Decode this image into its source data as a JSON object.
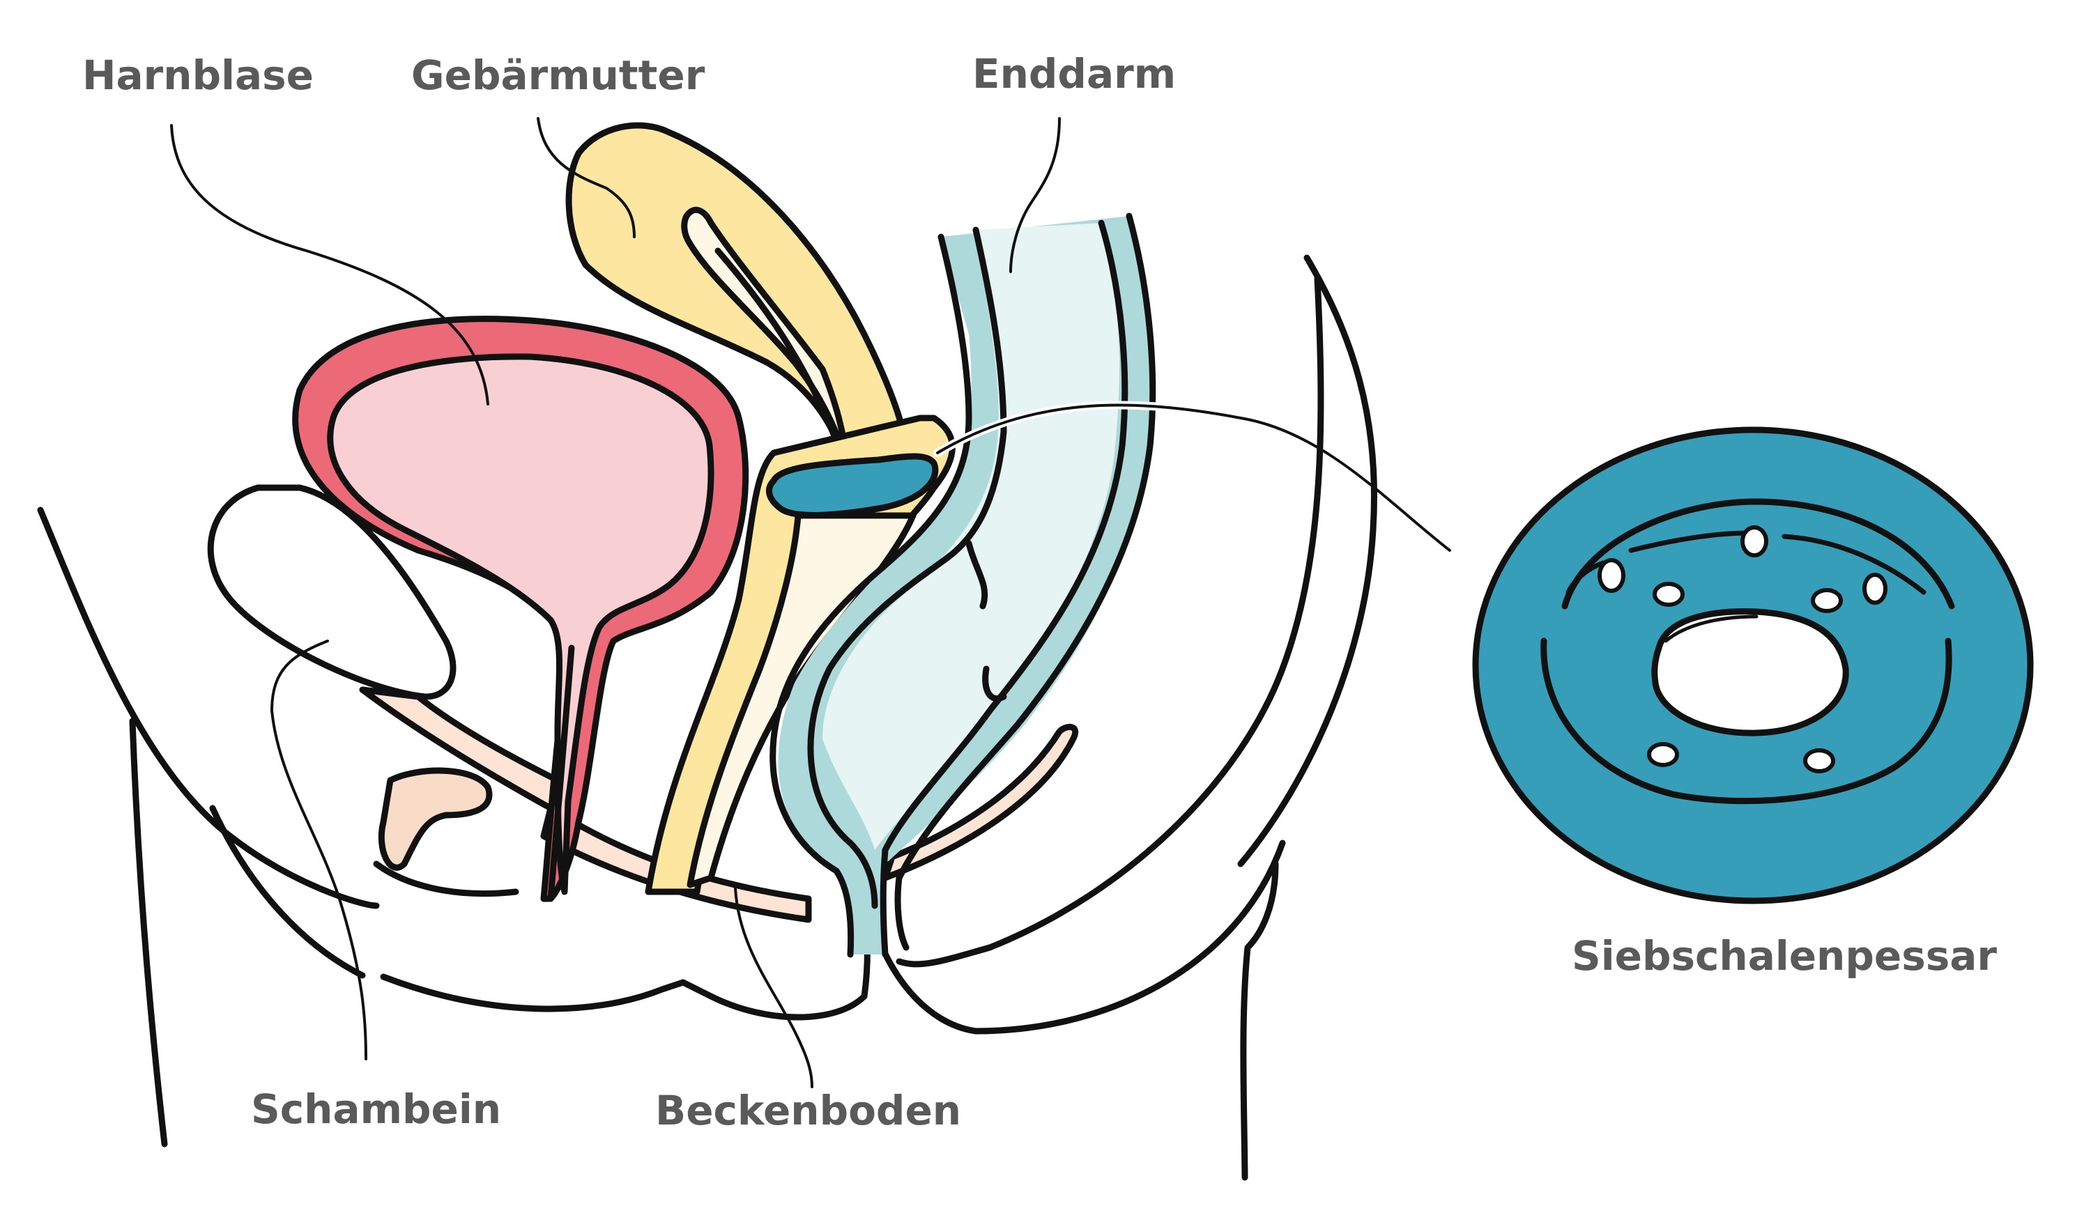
{
  "figure": {
    "labels": {
      "bladder": "Harnblase",
      "uterus": "Gebärmutter",
      "rectum": "Enddarm",
      "pubic_bone": "Schambein",
      "pelvic_floor": "Beckenboden",
      "pessary": "Siebschalenpessar"
    },
    "colors": {
      "label_text": "#5a5a5a",
      "outline": "#111111",
      "bladder_wall": "#ec6a78",
      "bladder_fill": "#f8cfd3",
      "uterus_fill": "#fde6a0",
      "vagina_fill": "#fff7e6",
      "rectum_wall": "#aed9da",
      "rectum_fill": "#e6f4f4",
      "pessary_fill": "#369eb8",
      "bone_fill": "#fde4d4",
      "background": "#ffffff"
    }
  }
}
